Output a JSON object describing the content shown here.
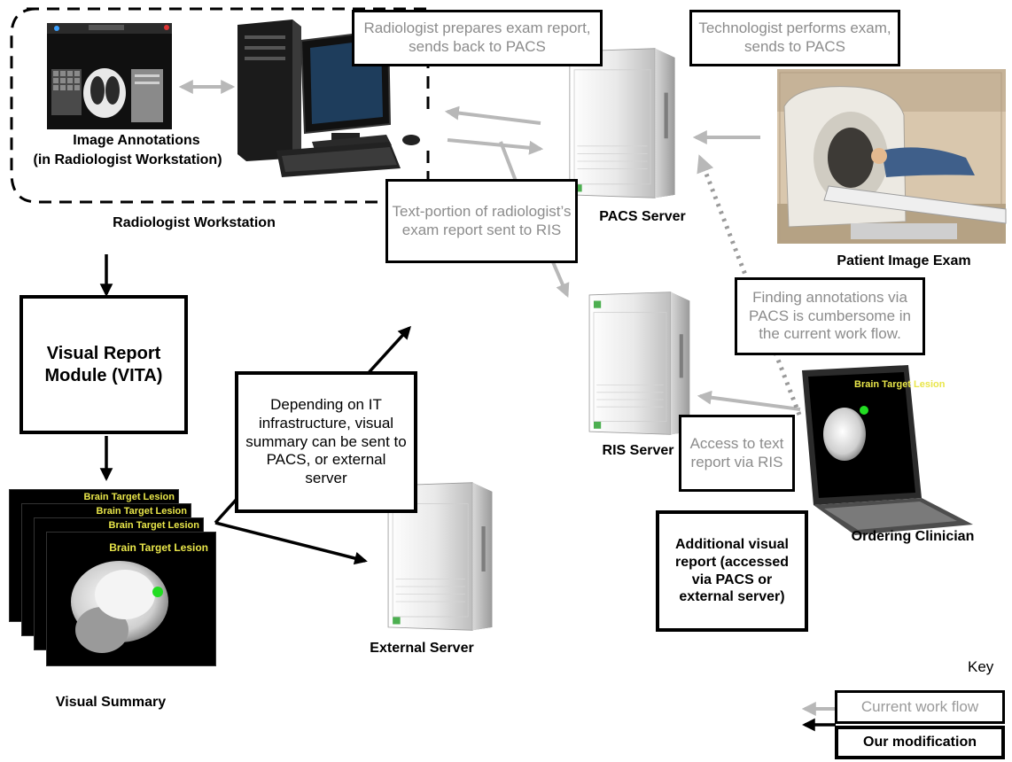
{
  "colors": {
    "current_flow": "#b8b8b8",
    "modification": "#000000",
    "highlight": "#e9e64a",
    "lesion": "#22dd22"
  },
  "boxes": {
    "radiologist_prepares": "Radiologist prepares exam report, sends back to PACS",
    "technologist_performs": "Technologist performs exam, sends to PACS",
    "text_portion": "Text-portion of radiologist’s exam report sent to RIS",
    "finding_annotations": "Finding annotations via PACS is cumbersome in the current work flow.",
    "depending_it": "Depending on IT infrastructure, visual summary can be sent to PACS, or external server",
    "access_text": "Access to text report via RIS",
    "visual_report_module": "Visual Report Module (VITA)",
    "additional_visual": "Additional visual report (accessed via PACS or external server)"
  },
  "labels": {
    "image_annotations": "Image Annotations",
    "image_annotations_sub": "(in Radiologist Workstation)",
    "radiologist_workstation": "Radiologist  Workstation",
    "pacs_server": "PACS Server",
    "patient_image_exam": "Patient Image Exam",
    "ris_server": "RIS Server",
    "ordering_clinician": "Ordering Clinician",
    "external_server": "External Server",
    "visual_summary": "Visual Summary"
  },
  "scan_caption": "Brain Target Lesion",
  "key": {
    "title": "Key",
    "current": "Current work flow",
    "modification": "Our modification"
  },
  "icons": [
    "workstation-computer-icon",
    "pacs-server-icon",
    "ris-server-icon",
    "external-server-icon",
    "ct-scanner-icon",
    "laptop-icon"
  ]
}
